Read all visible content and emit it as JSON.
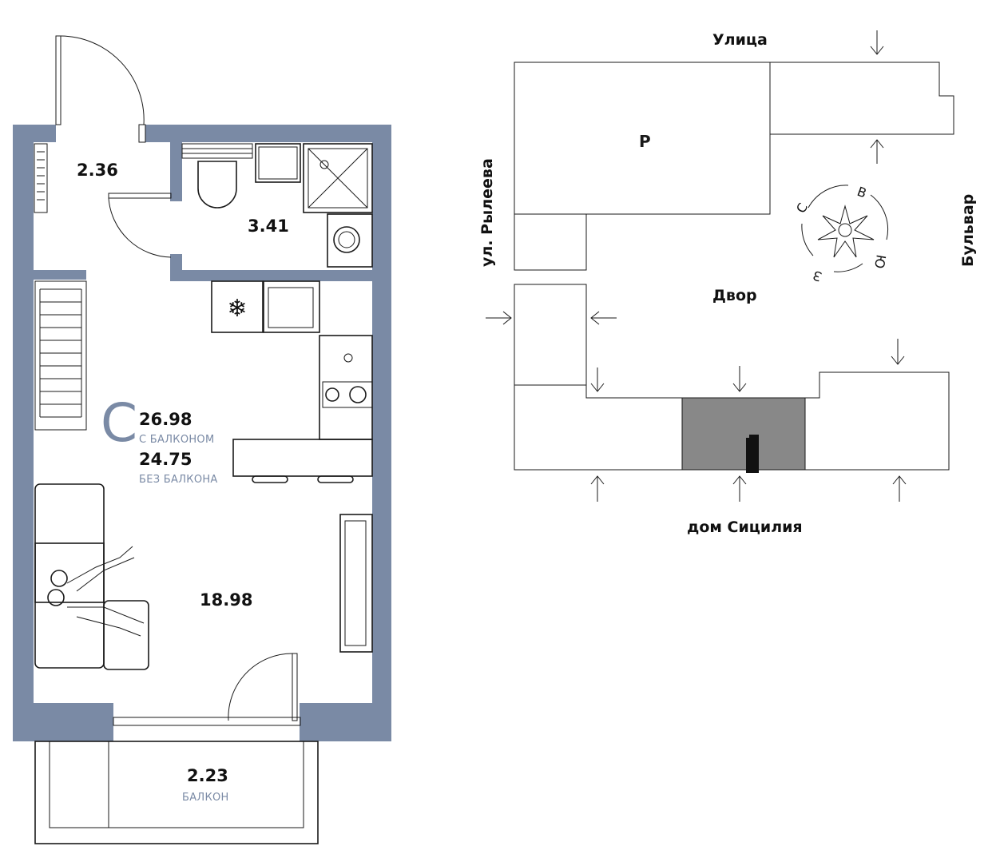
{
  "plan": {
    "type_letter": "С",
    "area_with_balcony": "26.98",
    "with_balcony_label": "С БАЛКОНОМ",
    "area_without_balcony": "24.75",
    "without_balcony_label": "БЕЗ БАЛКОНА",
    "rooms": {
      "hall": "2.36",
      "bathroom": "3.41",
      "living": "18.98",
      "balcony": "2.23",
      "balcony_label": "БАЛКОН"
    },
    "wall_color": "#7a8aa5"
  },
  "site": {
    "street_top": "Улица",
    "street_left": "ул. Рылеева",
    "street_right": "Бульвар",
    "yard": "Двор",
    "building_label": "Р",
    "bottom_label": "дом Сицилия",
    "compass": {
      "n": "С",
      "e": "В",
      "s": "Ю",
      "w": "З"
    },
    "highlight_color": "#888888"
  }
}
